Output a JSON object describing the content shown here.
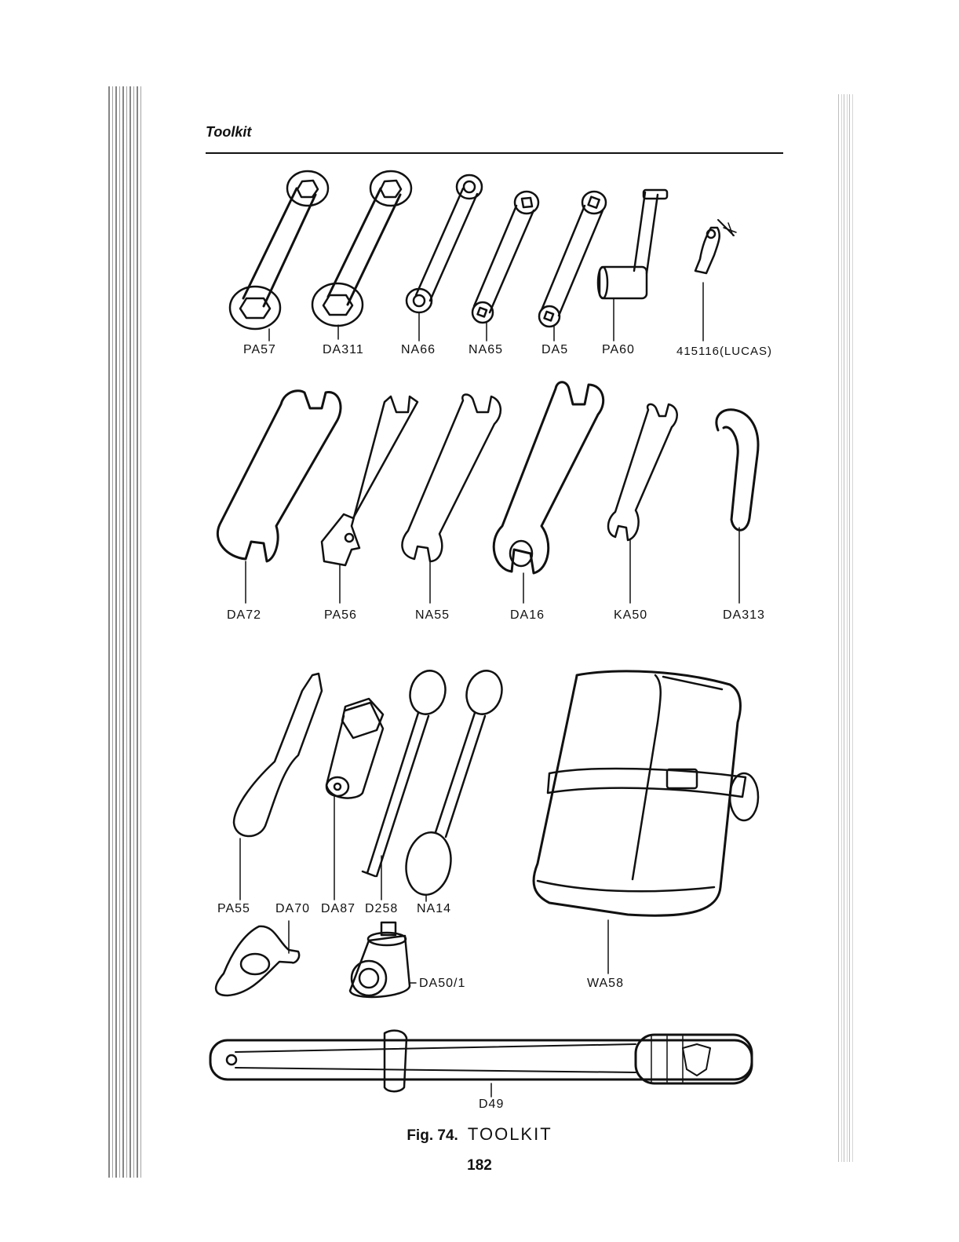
{
  "header": {
    "title": "Toolkit"
  },
  "tools": {
    "row1": [
      "PA57",
      "DA311",
      "NA66",
      "NA65",
      "DA5",
      "PA60",
      "415116(LUCAS)"
    ],
    "row2": [
      "DA72",
      "PA56",
      "NA55",
      "DA16",
      "KA50",
      "DA313"
    ],
    "row3": [
      "PA55",
      "DA70",
      "DA87",
      "D258",
      "NA14",
      "DA50/1",
      "WA58"
    ],
    "row4": [
      "D49"
    ]
  },
  "caption": {
    "fig_num": "Fig. 74.",
    "title": "TOOLKIT"
  },
  "page_number": "182"
}
